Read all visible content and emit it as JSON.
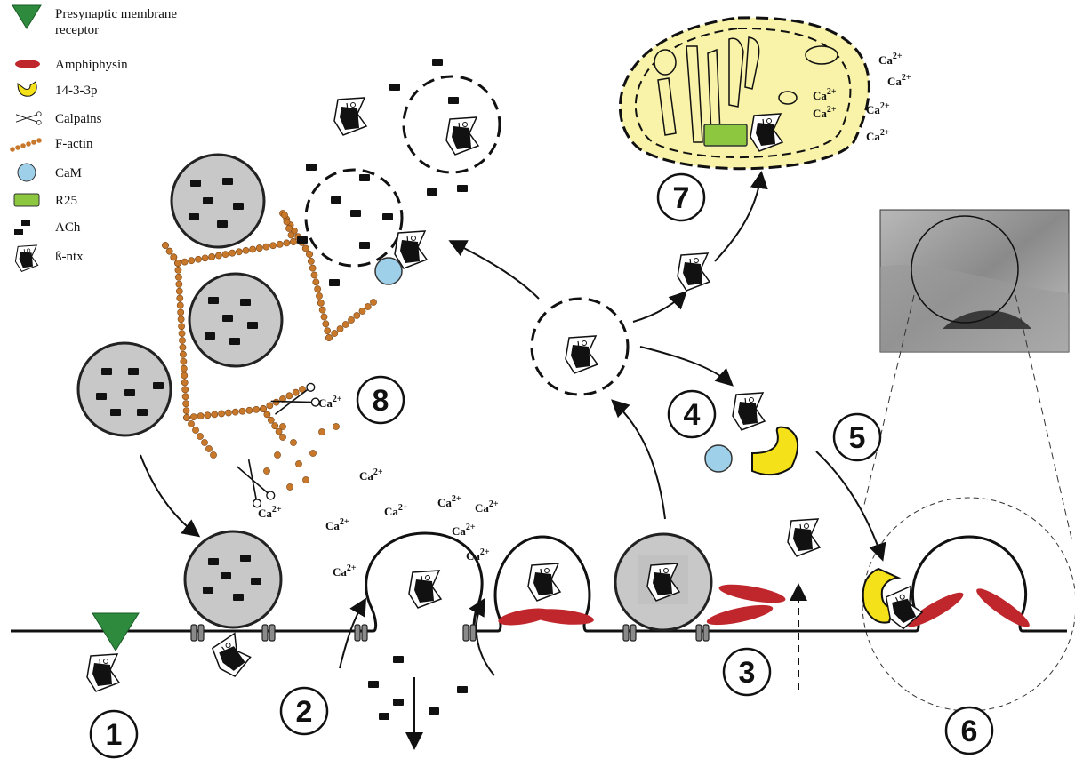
{
  "legend": {
    "receptor": "Presynaptic membrane",
    "receptor_line2": "receptor",
    "amphiphysin": "Amphiphysin",
    "p1433": "14-3-3p",
    "calpains": "Calpains",
    "factin": "F-actin",
    "cam": "CaM",
    "r25": "R25",
    "ach": "ACh",
    "bntx": "ß-ntx"
  },
  "ion_label": "Ca2+",
  "steps": [
    "1",
    "2",
    "3",
    "4",
    "5",
    "6",
    "7",
    "8"
  ],
  "colors": {
    "receptor": "#2e8b3e",
    "amphiphysin": "#c0272d",
    "p1433": "#f5e11a",
    "factin": "#c8782a",
    "cam": "#9ed0ea",
    "r25": "#8dc63f",
    "vesicle": "#c8c8c8",
    "mito": "#f8f3a8"
  }
}
